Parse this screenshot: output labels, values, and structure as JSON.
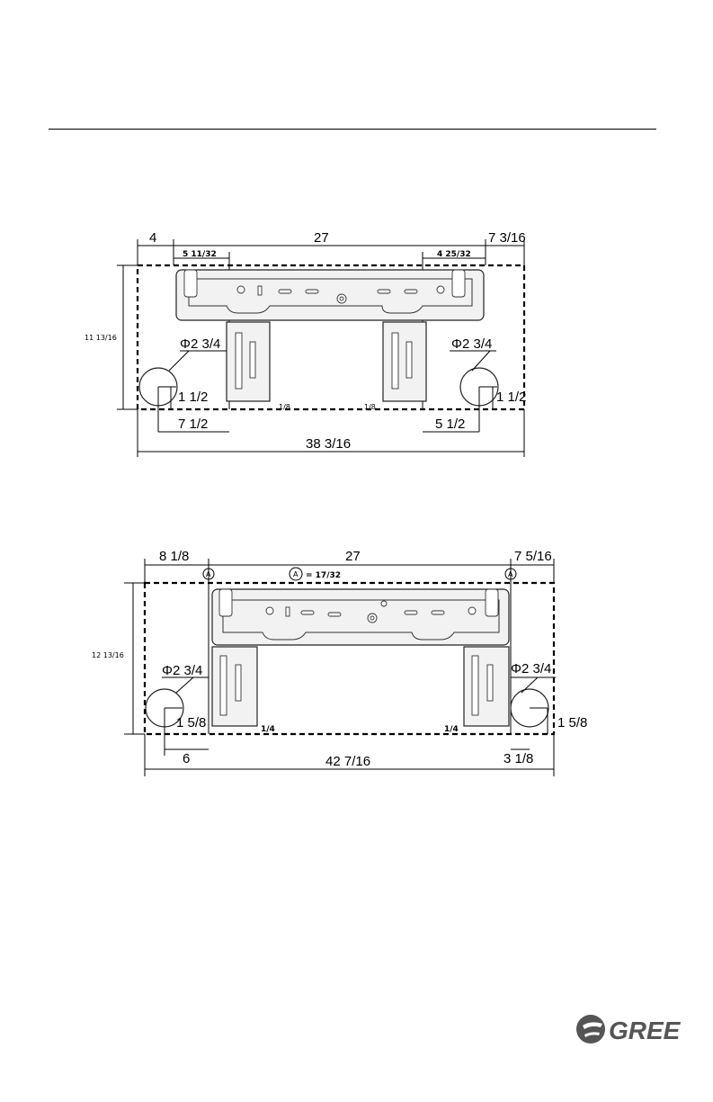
{
  "diagram_top": {
    "dims": {
      "left_margin": "4",
      "width": "27",
      "right_margin": "7 3/16",
      "left_slot": "5 11/32",
      "right_slot": "4 25/32",
      "height": "11 13/16",
      "hole_left": "Φ2 3/4",
      "hole_right": "Φ2 3/4",
      "hole_left_height": "1 1/2",
      "hole_right_height": "1 1/2",
      "gap_left": "1/8",
      "gap_right": "1/8",
      "hole_left_offset": "7 1/2",
      "hole_right_offset": "5 1/2",
      "total_width": "38 3/16"
    }
  },
  "diagram_bottom": {
    "dims": {
      "left_margin": "8 1/8",
      "width": "27",
      "right_margin": "7 5/16",
      "marker": "A",
      "marker_value": "= 17/32",
      "height": "12 13/16",
      "hole_left": "Φ2 3/4",
      "hole_right": "Φ2 3/4",
      "hole_left_height": "1 5/8",
      "hole_right_height": "1 5/8",
      "gap_left": "1/4",
      "gap_right": "1/4",
      "hole_left_offset": "6",
      "hole_right_offset": "3 1/8",
      "total_width": "42  7/16"
    }
  },
  "logo": {
    "text": "GREE",
    "color": "#555555"
  }
}
